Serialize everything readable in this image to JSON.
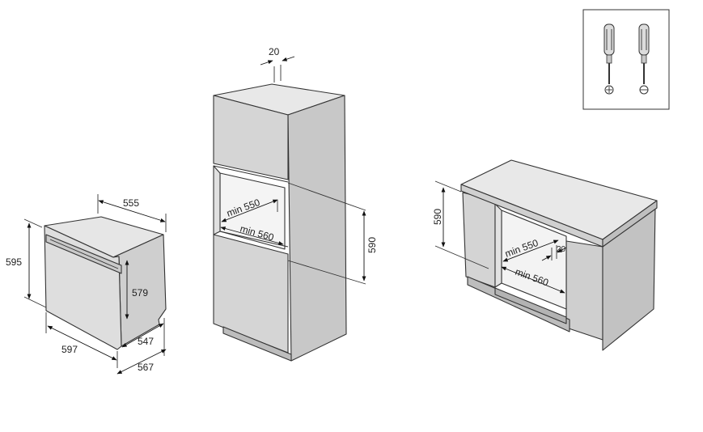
{
  "colors": {
    "background": "#ffffff",
    "outline": "#333333",
    "face_front": "#d9d9d9",
    "face_top": "#e8e8e8",
    "face_side": "#cfcfcf",
    "face_dark": "#c2c2c2"
  },
  "oven": {
    "dims": {
      "depth_top": "555",
      "height_total": "595",
      "height_body": "579",
      "width": "597",
      "depth_body": "547",
      "depth_total": "567"
    }
  },
  "column": {
    "dims": {
      "top_gap": "20",
      "min_width": "min 550",
      "min_depth": "min 560",
      "height": "590"
    }
  },
  "counter": {
    "dims": {
      "height": "590",
      "min_width": "min 550",
      "min_depth": "min 560",
      "gap": "20"
    }
  },
  "tools": {
    "icons": [
      "phillips-screwdriver-icon",
      "flat-screwdriver-icon"
    ]
  }
}
